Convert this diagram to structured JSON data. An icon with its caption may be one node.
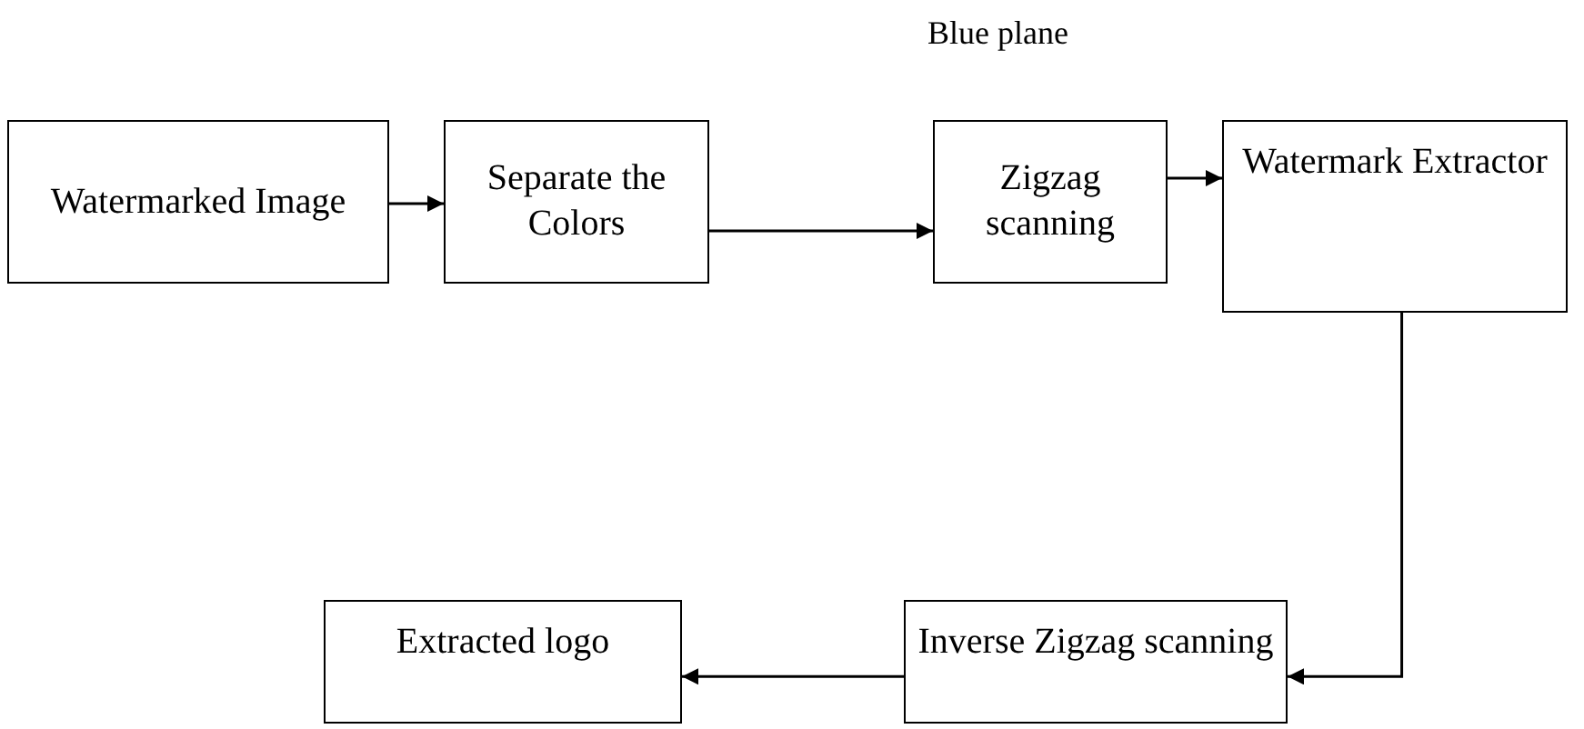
{
  "diagram": {
    "nodes": [
      {
        "text": [
          "Watermarked Image"
        ]
      },
      {
        "text": [
          "Separate the Colors"
        ]
      },
      {
        "text": [
          "Zigzag scanning"
        ]
      },
      {
        "text": [
          "Watermark Extractor"
        ]
      },
      {
        "text": [
          "Inverse Zigzag scanning"
        ]
      },
      {
        "text": [
          "Extracted logo"
        ]
      }
    ],
    "edges": [
      {
        "from": 0,
        "to": 1,
        "arrow": "to"
      },
      {
        "from": 1,
        "to": 2,
        "arrow": "to"
      },
      {
        "from": 2,
        "to": 3,
        "arrow": "to"
      },
      {
        "from": 3,
        "to": 4,
        "arrow": "to"
      },
      {
        "from": 4,
        "to": 5,
        "arrow": "to"
      }
    ],
    "labels": [
      "Blue plane"
    ]
  }
}
